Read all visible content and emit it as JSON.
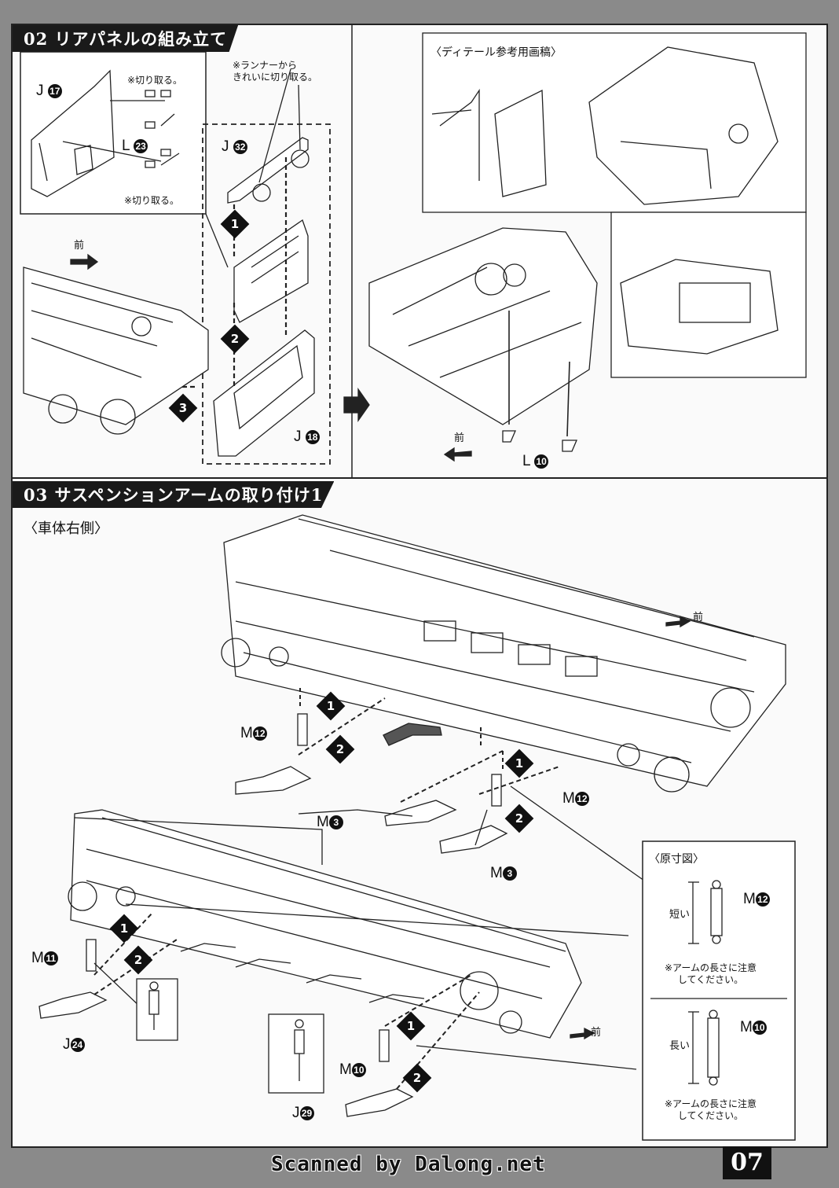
{
  "section02": {
    "title": "02 リアパネルの組み立て",
    "inset": {
      "part_j": "J",
      "part_j_num": "17",
      "part_l": "L",
      "part_l_num": "23",
      "note_cut_top": "※切り取る。",
      "note_cut_bottom": "※切り取る。"
    },
    "runner_note": "※ランナーから\nきれいに切り取る。",
    "part_j32": "J",
    "part_j32_num": "32",
    "part_j18": "J",
    "part_j18_num": "18",
    "front_left": "前",
    "steps": [
      "1",
      "2",
      "3"
    ],
    "detail_title": "〈ディテール参考用画稿〉",
    "front_right": "前",
    "part_l10": "L",
    "part_l10_num": "10"
  },
  "section03": {
    "title": "03 サスペンションアームの取り付け1",
    "subtitle": "〈車体右側〉",
    "front_top": "前",
    "front_bottom": "前",
    "labels": {
      "m12_a": "M",
      "m12_a_num": "12",
      "m3_a": "M",
      "m3_a_num": "3",
      "m12_b": "M",
      "m12_b_num": "12",
      "m3_b": "M",
      "m3_b_num": "3",
      "m11": "M",
      "m11_num": "11",
      "j24": "J",
      "j24_num": "24",
      "m10": "M",
      "m10_num": "10",
      "j29": "J",
      "j29_num": "29"
    },
    "reference": {
      "title": "〈原寸図〉",
      "short_label": "短い",
      "short_part": "M",
      "short_part_num": "12",
      "short_note": "※アームの長さに注意\nしてください。",
      "long_label": "長い",
      "long_part": "M",
      "long_part_num": "10",
      "long_note": "※アームの長さに注意\nしてください。"
    }
  },
  "footer": {
    "scan_credit": "Scanned by Dalong.net",
    "page_number": "07"
  }
}
